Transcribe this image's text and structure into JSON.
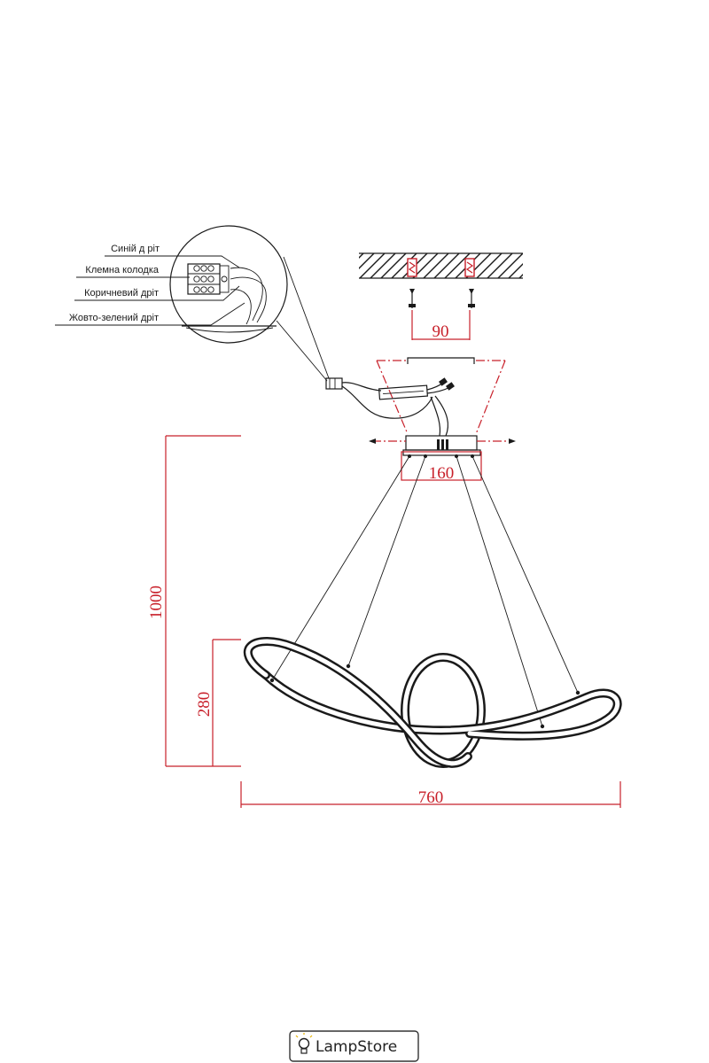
{
  "labels": {
    "blue_wire": "Синій д ріт",
    "terminal_block": "Клемна колодка",
    "brown_wire": "Коричневий дріт",
    "ground_wire": "Жовто-зелений дріт"
  },
  "dimensions": {
    "mount_spacing": "90",
    "canopy_width": "160",
    "total_height": "1000",
    "ring_height": "280",
    "ring_width": "760"
  },
  "colors": {
    "dimension": "#c8202a",
    "line": "#1a1a1a"
  },
  "logo": {
    "text": "LampStore",
    "icon": "lightbulb-icon"
  }
}
